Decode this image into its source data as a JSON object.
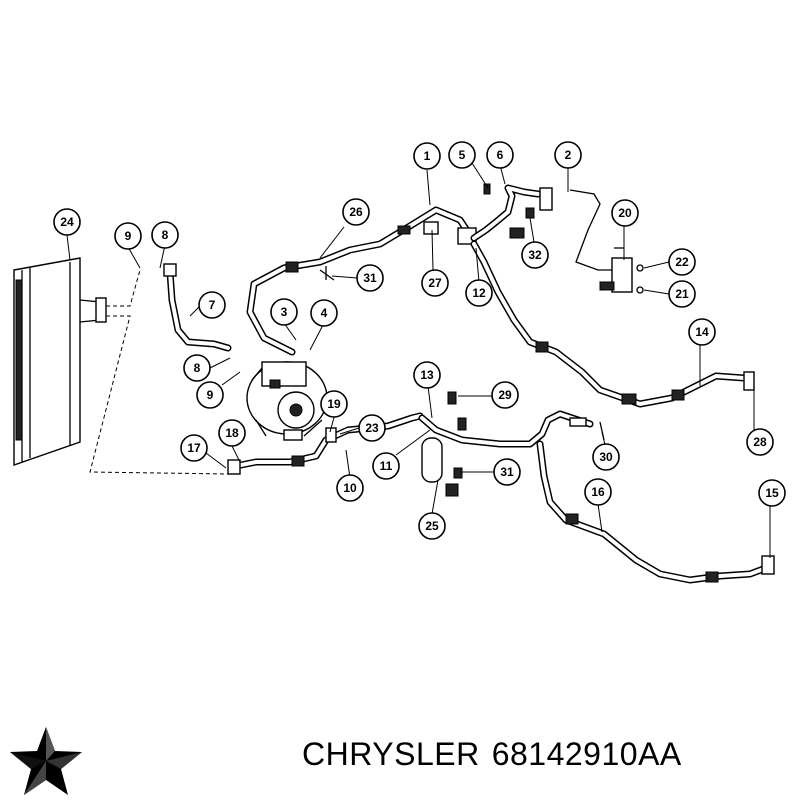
{
  "caption": {
    "brand": "CHRYSLER",
    "part_number": "68142910AA"
  },
  "callouts": [
    "1",
    "2",
    "3",
    "4",
    "5",
    "6",
    "7",
    "8",
    "9",
    "8",
    "9",
    "10",
    "11",
    "12",
    "13",
    "14",
    "15",
    "16",
    "17",
    "18",
    "19",
    "20",
    "21",
    "22",
    "23",
    "24",
    "25",
    "26",
    "27",
    "28",
    "29",
    "30",
    "31",
    "31",
    "32"
  ],
  "colors": {
    "line": "#000000",
    "background": "#ffffff"
  },
  "icons": [
    "pentastar-logo-icon"
  ]
}
